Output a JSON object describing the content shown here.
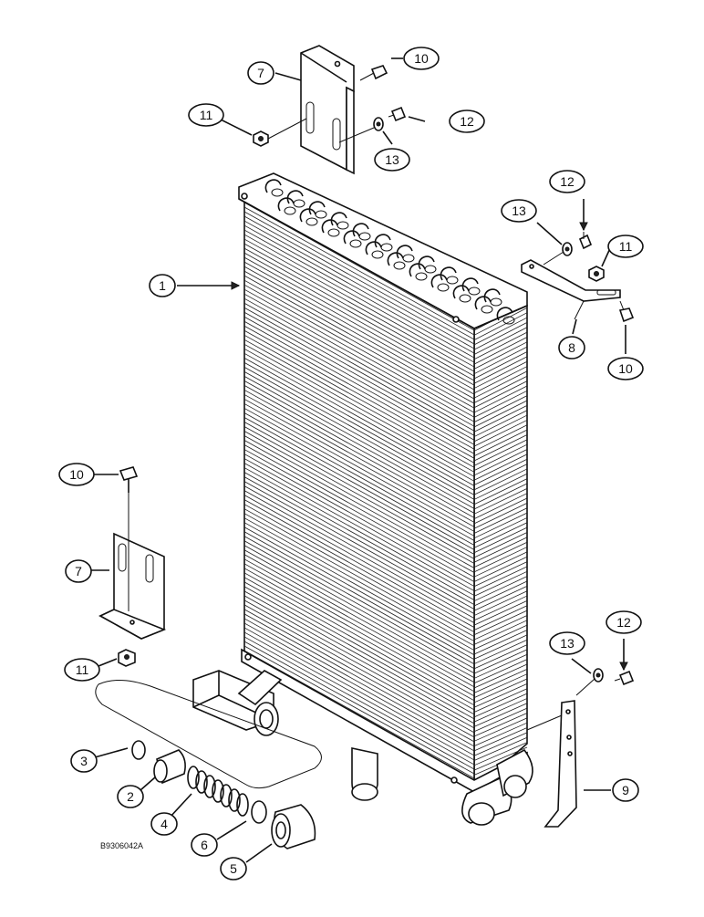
{
  "drawing_code": "B9306042A",
  "callouts": [
    {
      "id": "c1",
      "num": "1"
    },
    {
      "id": "c2",
      "num": "2"
    },
    {
      "id": "c3",
      "num": "3"
    },
    {
      "id": "c4",
      "num": "4"
    },
    {
      "id": "c5",
      "num": "5"
    },
    {
      "id": "c6",
      "num": "6"
    },
    {
      "id": "c7a",
      "num": "7"
    },
    {
      "id": "c7b",
      "num": "7"
    },
    {
      "id": "c8",
      "num": "8"
    },
    {
      "id": "c9",
      "num": "9"
    },
    {
      "id": "c10a",
      "num": "10"
    },
    {
      "id": "c10b",
      "num": "10"
    },
    {
      "id": "c10c",
      "num": "10"
    },
    {
      "id": "c11a",
      "num": "11"
    },
    {
      "id": "c11b",
      "num": "11"
    },
    {
      "id": "c11c",
      "num": "11"
    },
    {
      "id": "c12a",
      "num": "12"
    },
    {
      "id": "c12b",
      "num": "12"
    },
    {
      "id": "c12c",
      "num": "12"
    },
    {
      "id": "c13a",
      "num": "13"
    },
    {
      "id": "c13b",
      "num": "13"
    },
    {
      "id": "c13c",
      "num": "13"
    }
  ]
}
